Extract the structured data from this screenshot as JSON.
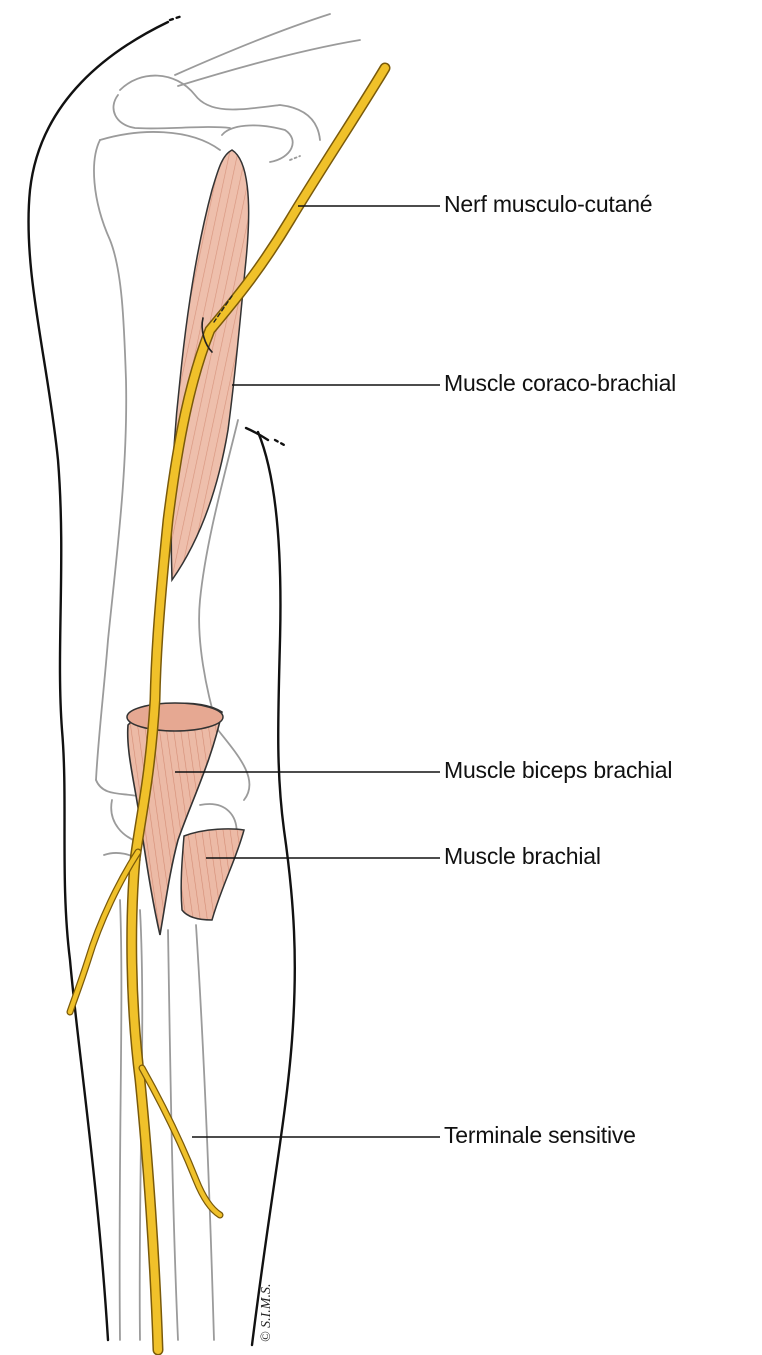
{
  "labels": {
    "nerve": "Nerf musculo-cutané",
    "coracobrachialis": "Muscle coraco-brachial",
    "biceps": "Muscle biceps brachial",
    "brachialis": "Muscle brachial",
    "sensory_terminal": "Terminale sensitive"
  },
  "copyright": "© S.I.M.S.",
  "colors": {
    "nerve": "#e8b923",
    "nerve_edge": "#8a6a10",
    "muscle": "#eab9a5",
    "muscle_fiber": "#d98f78",
    "bone_outline": "#9a9a9a",
    "skin_outline": "#111111"
  }
}
